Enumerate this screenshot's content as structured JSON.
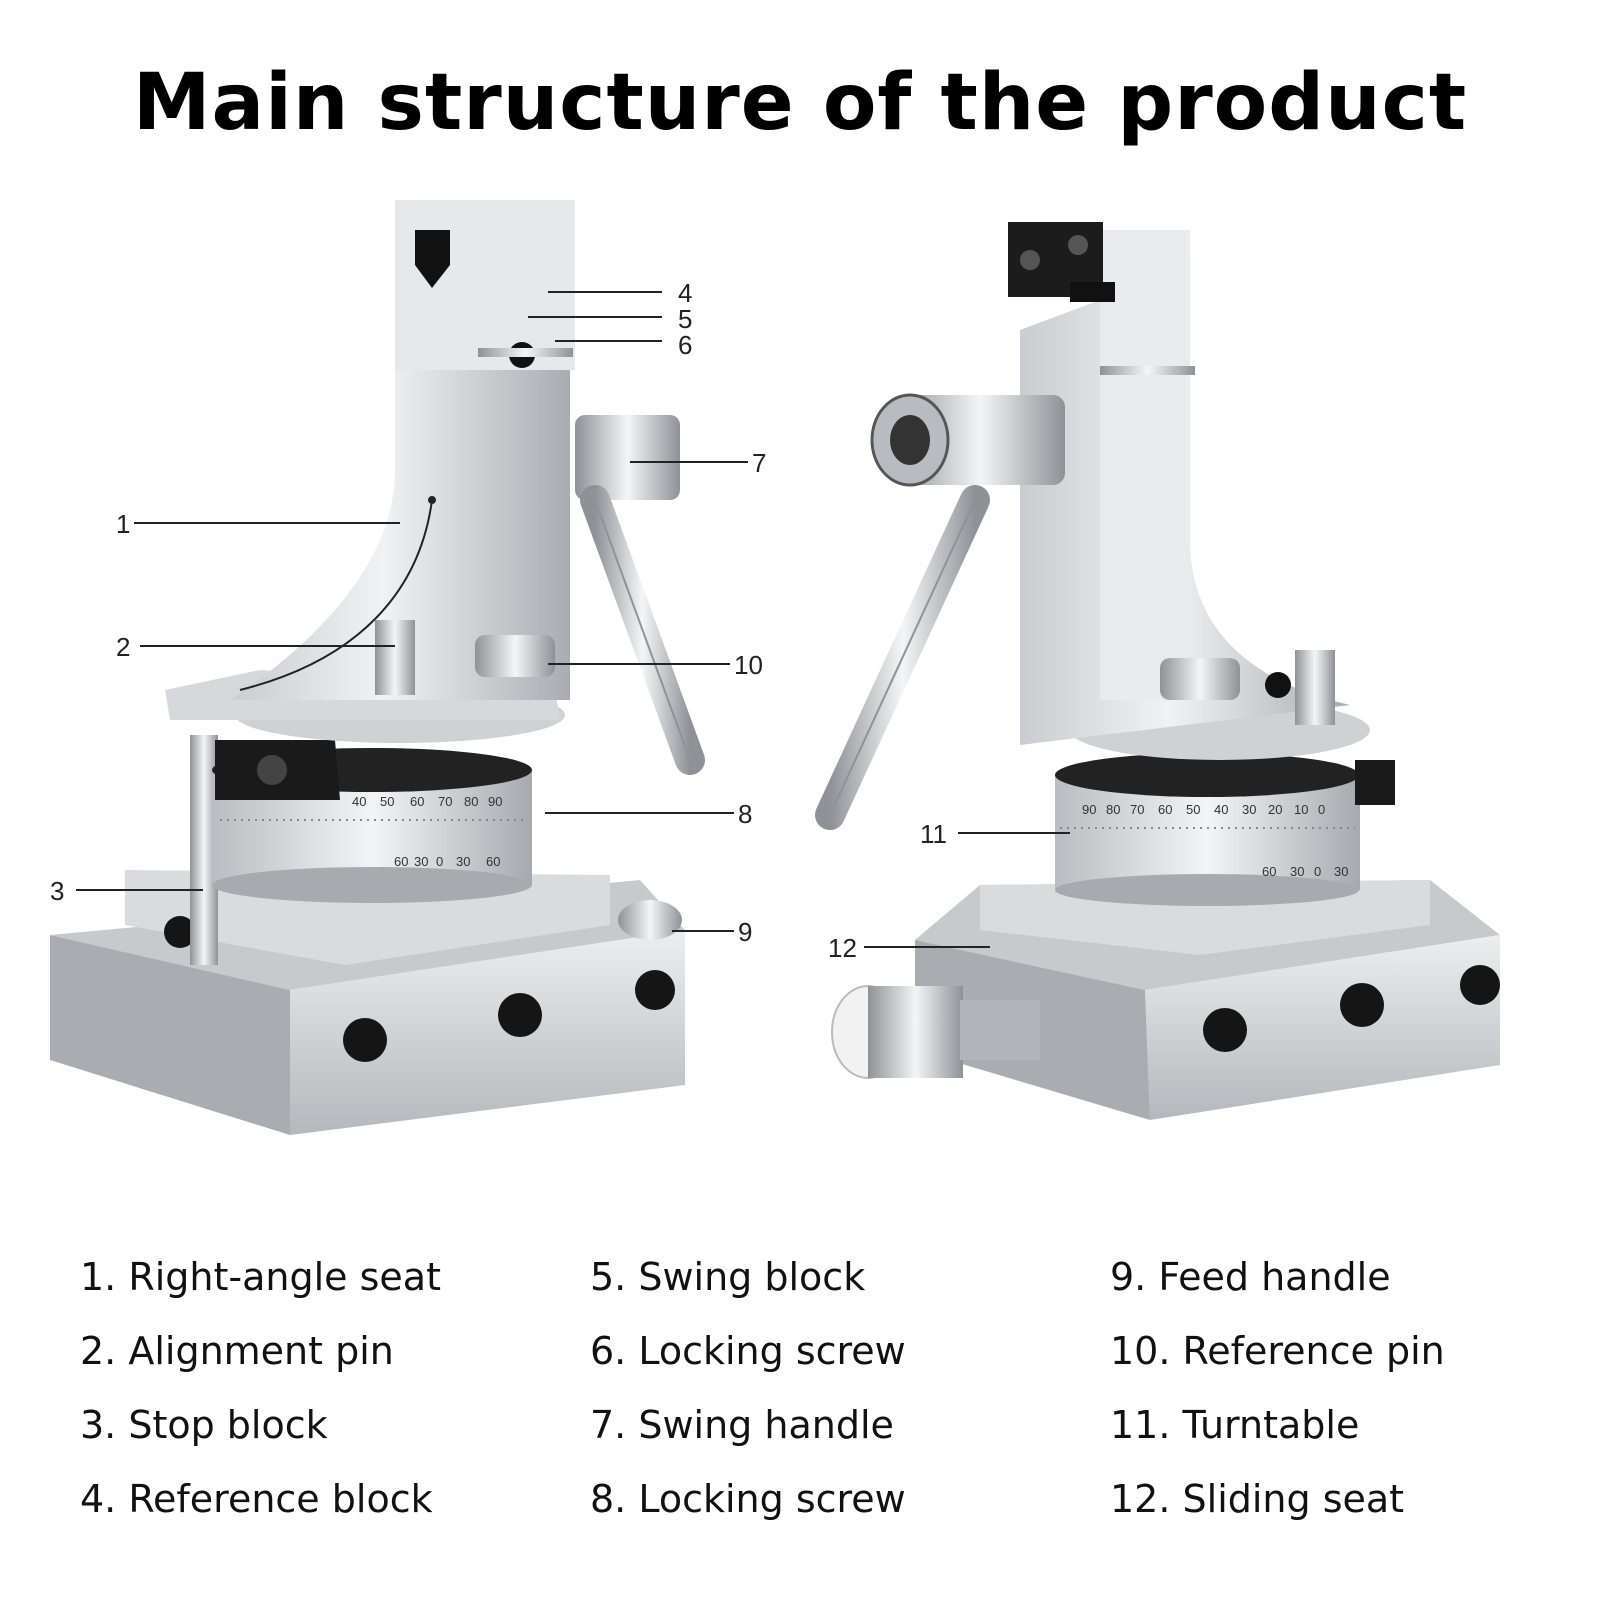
{
  "title": "Main structure of the product",
  "callouts": {
    "c1": "1",
    "c2": "2",
    "c3": "3",
    "c4": "4",
    "c5": "5",
    "c6": "6",
    "c7": "7",
    "c8": "8",
    "c9": "9",
    "c10": "10",
    "c11": "11",
    "c12": "12"
  },
  "dial_left": {
    "top_row": [
      "40",
      "50",
      "60",
      "70",
      "80",
      "90"
    ],
    "bottom_row": [
      "60",
      "30",
      "0",
      "30",
      "60"
    ]
  },
  "dial_right": {
    "top_row": [
      "90",
      "80",
      "70",
      "60",
      "50",
      "40",
      "30",
      "20",
      "10",
      "0"
    ],
    "bottom_row": [
      "60",
      "30",
      "0",
      "30"
    ]
  },
  "legend": {
    "columns": [
      [
        "1. Right-angle seat",
        "2. Alignment pin",
        "3. Stop block",
        "4. Reference block"
      ],
      [
        "5. Swing block",
        "6. Locking screw",
        "7. Swing handle",
        "8. Locking screw"
      ],
      [
        "9. Feed handle",
        "10. Reference pin",
        "11. Turntable",
        "12. Sliding seat"
      ]
    ]
  },
  "colors": {
    "metal_light": "#e4e6e8",
    "metal_mid": "#b9bcc0",
    "metal_dark": "#7d8186",
    "black_parts": "#151515"
  }
}
